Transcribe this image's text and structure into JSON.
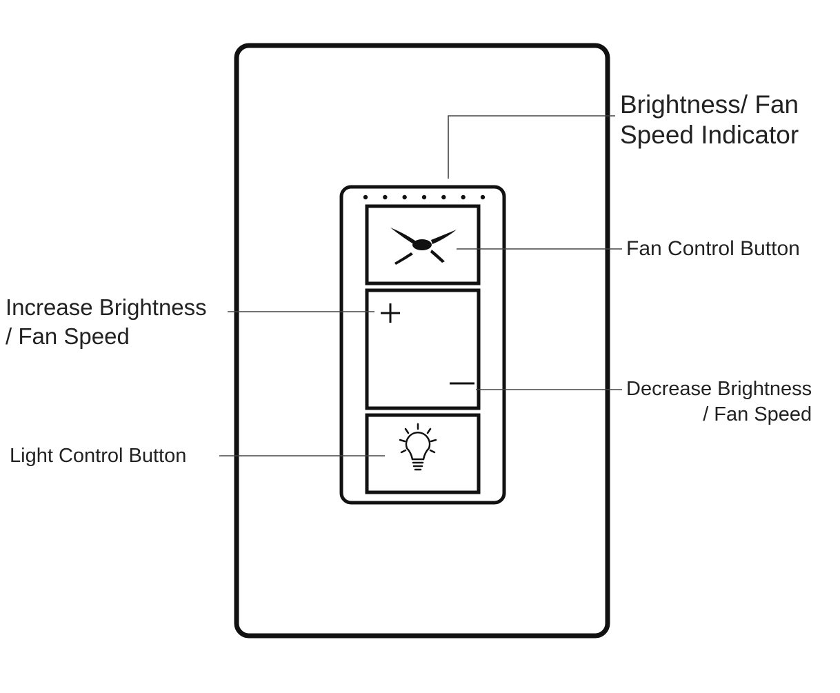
{
  "labels": {
    "indicator": [
      "Brightness/ Fan",
      "Speed Indicator"
    ],
    "fan_button": "Fan Control Button",
    "increase": [
      "Increase Brightness",
      "/ Fan Speed"
    ],
    "decrease": [
      "Decrease Brightness",
      "/ Fan Speed"
    ],
    "light_button": "Light Control Button"
  },
  "indicator_led_count": 7,
  "icons": {
    "fan": "ceiling-fan-icon",
    "plus": "plus-icon",
    "minus": "minus-icon",
    "light": "light-bulb-icon"
  },
  "colors": {
    "stroke": "#111111",
    "leader_line": "#444444",
    "background": "#ffffff"
  }
}
